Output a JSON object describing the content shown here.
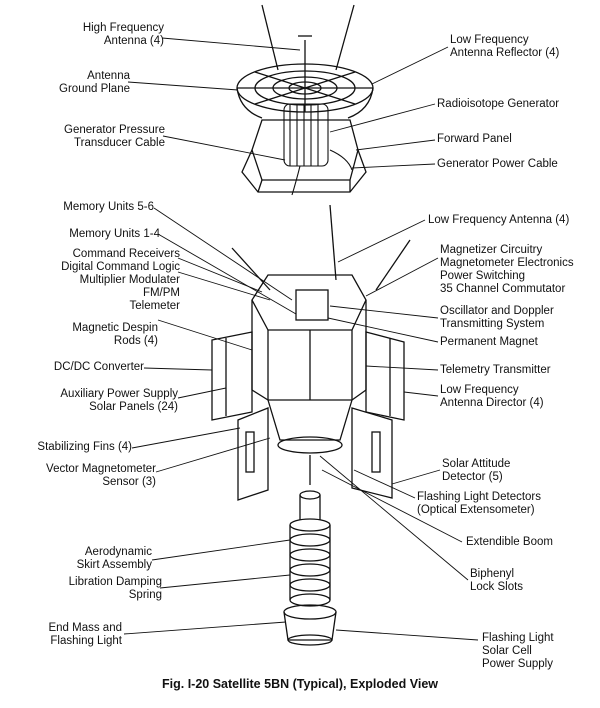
{
  "labels": {
    "high_freq_antenna": "High Frequency\nAntenna (4)",
    "antenna_ground_plane": "Antenna\nGround Plane",
    "generator_pressure_cable": "Generator Pressure\nTransducer Cable",
    "low_freq_reflector": "Low Frequency\nAntenna Reflector (4)",
    "radioisotope_generator": "Radioisotope Generator",
    "forward_panel": "Forward Panel",
    "generator_power_cable": "Generator Power Cable",
    "memory_units_56": "Memory Units 5-6",
    "memory_units_14": "Memory Units 1-4",
    "command_block": "Command Receivers\nDigital Command Logic\nMultiplier Modulater\nFM/PM\nTelemeter",
    "magnetic_despin_rods": "Magnetic Despin\nRods (4)",
    "dcdc_converter": "DC/DC Converter",
    "aux_power_solar": "Auxiliary Power Supply\nSolar Panels (24)",
    "stabilizing_fins": "Stabilizing Fins (4)",
    "vector_magnetometer": "Vector Magnetometer\nSensor (3)",
    "low_freq_antenna": "Low Frequency Antenna (4)",
    "magnetizer_block": "Magnetizer Circuitry\nMagnetometer Electronics\nPower Switching\n35 Channel Commutator",
    "oscillator_doppler": "Oscillator and Doppler\nTransmitting System",
    "permanent_magnet": "Permanent Magnet",
    "telemetry_transmitter": "Telemetry Transmitter",
    "low_freq_director": "Low Frequency\nAntenna Director (4)",
    "solar_attitude": "Solar Attitude\nDetector (5)",
    "flashing_light_detectors": "Flashing Light Detectors\n(Optical Extensometer)",
    "extendible_boom": "Extendible Boom",
    "aero_skirt": "Aerodynamic\nSkirt Assembly",
    "libration_spring": "Libration Damping\nSpring",
    "biphenyl_slots": "Biphenyl\nLock Slots",
    "end_mass": "End Mass and\nFlashing Light",
    "flashing_light_supply": "Flashing Light\nSolar Cell\nPower Supply"
  },
  "caption": "Fig. I-20  Satellite 5BN (Typical), Exploded View"
}
